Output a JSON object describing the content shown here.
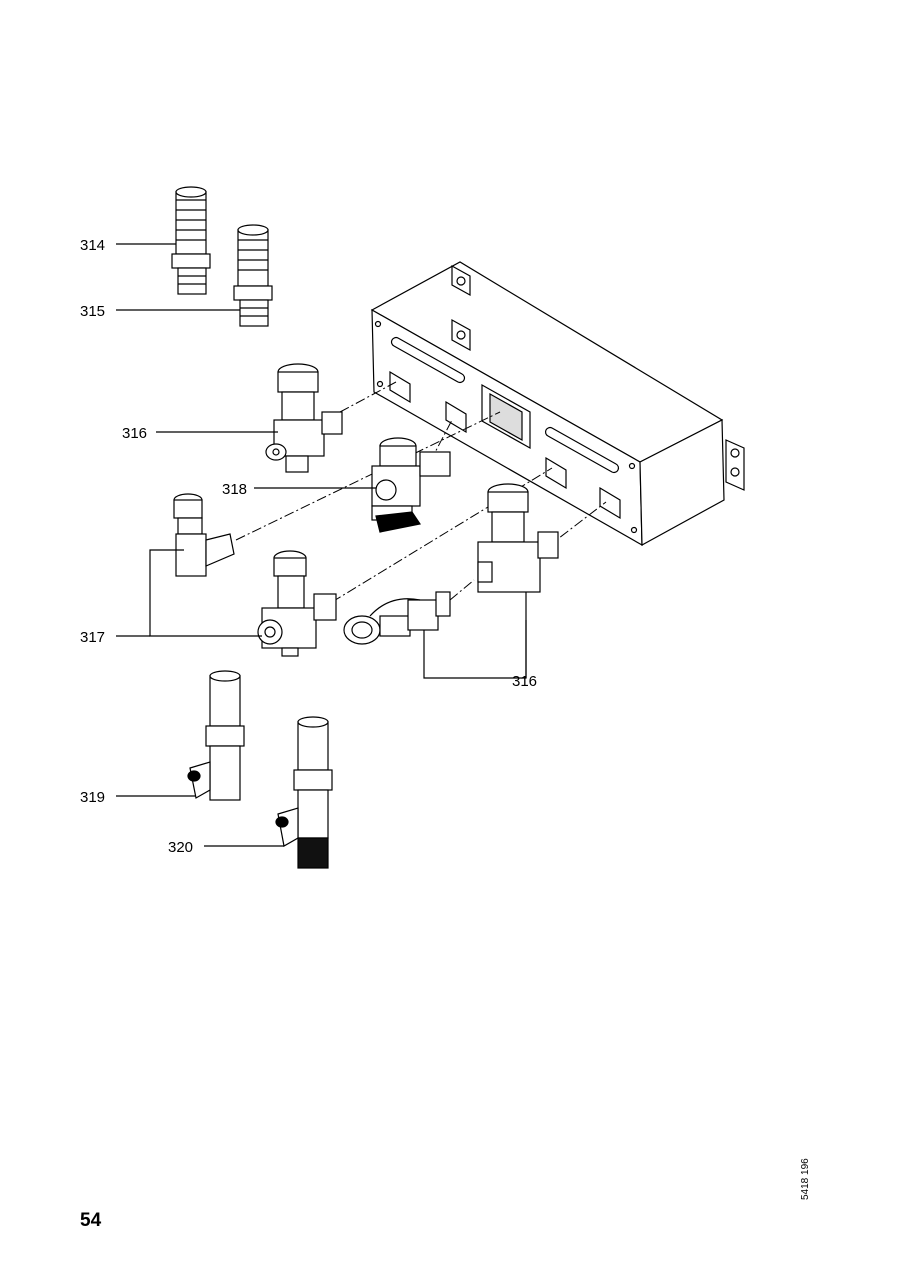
{
  "labels": {
    "l314": "314",
    "l315": "315",
    "l316a": "316",
    "l318": "318",
    "l317": "317",
    "l316b": "316",
    "l319": "319",
    "l320": "320"
  },
  "page_number": "54",
  "document_number": "5418 196"
}
